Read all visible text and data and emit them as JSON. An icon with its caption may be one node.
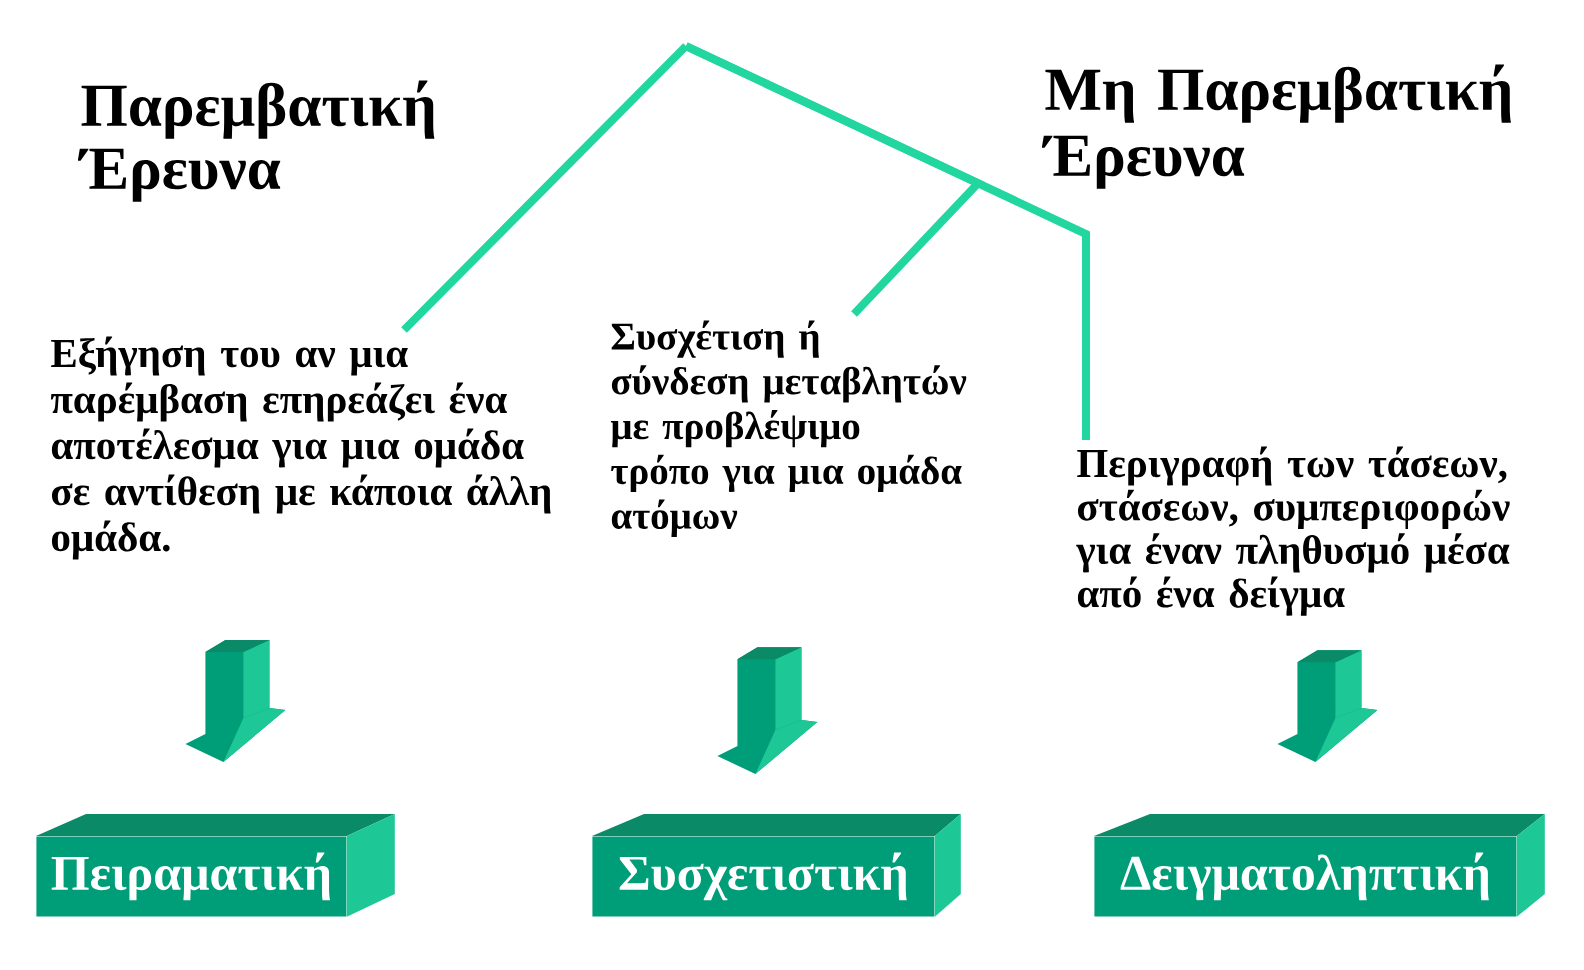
{
  "diagram": {
    "nodes": [
      {
        "text": [
          "Εξήγηση του αν μια παρέμβαση επηρεάζει ένα αποτέλεσμα για μια ομάδα σε αντίθεση με κάποια άλλη ομάδα."
        ]
      },
      {
        "text": [
          "Συσχέτιση ή σύνδεση μεταβλητών με προβλέψιμο τρόπο για μια ομάδα ατόμων"
        ]
      },
      {
        "text": [
          "Περιγραφή των τάσεων, στάσεων, συμπεριφορών για έναν πληθυσμό μέσα από ένα δείγμα"
        ]
      },
      {
        "text": [
          "Πειραματική"
        ]
      },
      {
        "text": [
          "Συσχετιστική"
        ]
      },
      {
        "text": [
          "Δειγματοληπτική"
        ]
      }
    ],
    "edges": [
      {
        "from": null,
        "to": 0,
        "arrow": "none",
        "color": "#22d6a0"
      },
      {
        "from": null,
        "to": 1,
        "arrow": "none",
        "color": "#22d6a0"
      },
      {
        "from": null,
        "to": 2,
        "arrow": "none",
        "color": "#22d6a0"
      },
      {
        "from": 0,
        "to": 3,
        "arrow": "to",
        "style": "thick"
      },
      {
        "from": 1,
        "to": 4,
        "arrow": "to",
        "style": "thick"
      },
      {
        "from": 2,
        "to": 5,
        "arrow": "to",
        "style": "thick"
      }
    ],
    "labels": [
      "Παρεμβατική Έρευνα",
      "Μη Παρεμβατική Έρευνα"
    ]
  }
}
